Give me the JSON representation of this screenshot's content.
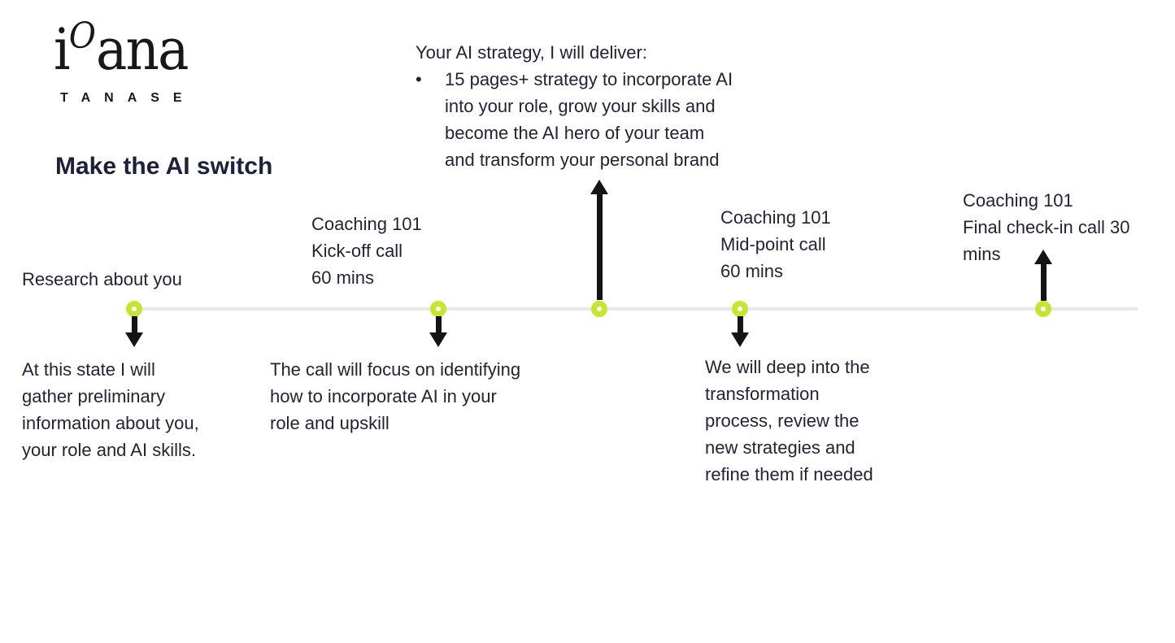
{
  "colors": {
    "accent_green": "#c4e630",
    "timeline_gray": "#e8e8e8",
    "text_dark": "#232338",
    "title_navy": "#1e1e3e",
    "arrow_black": "#141414",
    "background": "#ffffff"
  },
  "logo": {
    "first_letter": "i",
    "raised_letter": "O",
    "rest_letters": "ana",
    "subtitle": "TANASE"
  },
  "title": "Make the AI switch",
  "deliverable": {
    "heading": "Your AI strategy, I will deliver:",
    "bullet": "•",
    "bullet_text": "15 pages+ strategy to incorporate AI\ninto your role, grow your skills and\nbecome the AI hero of your team\nand transform your personal brand"
  },
  "timeline": {
    "milestones": [
      {
        "label": "Research about you",
        "arrow": "down",
        "description": "At this state I will\ngather preliminary\ninformation about you,\nyour role and AI skills."
      },
      {
        "label": "Coaching 101\nKick-off call\n60 mins",
        "arrow": "down",
        "description": "The call will focus on identifying\nhow to incorporate AI in your\nrole and upskill"
      },
      {
        "label": "",
        "arrow": "up-long",
        "description": ""
      },
      {
        "label": "Coaching 101\nMid-point call\n60 mins",
        "arrow": "down",
        "description": "We will deep into the\ntransformation\nprocess, review the\nnew strategies and\nrefine them if needed"
      },
      {
        "label": "Coaching 101\nFinal check-in call 30\nmins",
        "arrow": "up",
        "description": ""
      }
    ]
  }
}
